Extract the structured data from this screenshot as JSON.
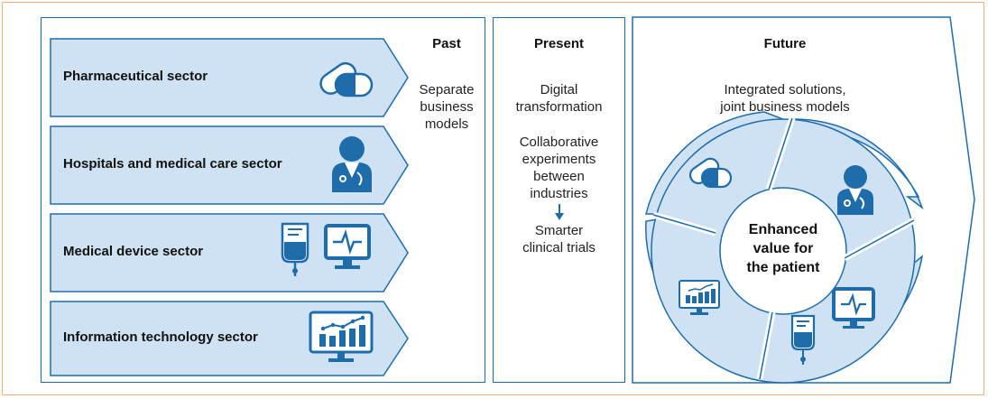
{
  "columns": {
    "past": {
      "title": "Past",
      "text_lines": [
        "Separate",
        "business",
        "models"
      ]
    },
    "present": {
      "title": "Present",
      "text1_lines": [
        "Digital",
        "transformation"
      ],
      "text2_lines": [
        "Collaborative",
        "experiments",
        "between",
        "industries"
      ],
      "text3_lines": [
        "Smarter",
        "clinical trials"
      ]
    },
    "future": {
      "title": "Future",
      "text_lines": [
        "Integrated solutions,",
        "joint business models"
      ],
      "center_lines": [
        "Enhanced",
        "value for",
        "the patient"
      ]
    }
  },
  "sectors": [
    {
      "label": "Pharmaceutical sector",
      "icon": "pill-capsule-icon"
    },
    {
      "label": "Hospitals and medical care sector",
      "icon": "doctor-icon"
    },
    {
      "label": "Medical device sector",
      "icon": "iv-bag-and-monitor-icon"
    },
    {
      "label": "Information technology sector",
      "icon": "analytics-monitor-icon"
    }
  ],
  "colors": {
    "border_blue": "#1f6cab",
    "fill_light_blue": "#cfe2f3",
    "icon_blue": "#1f6cab",
    "frame_orange": "#f0b27a"
  }
}
